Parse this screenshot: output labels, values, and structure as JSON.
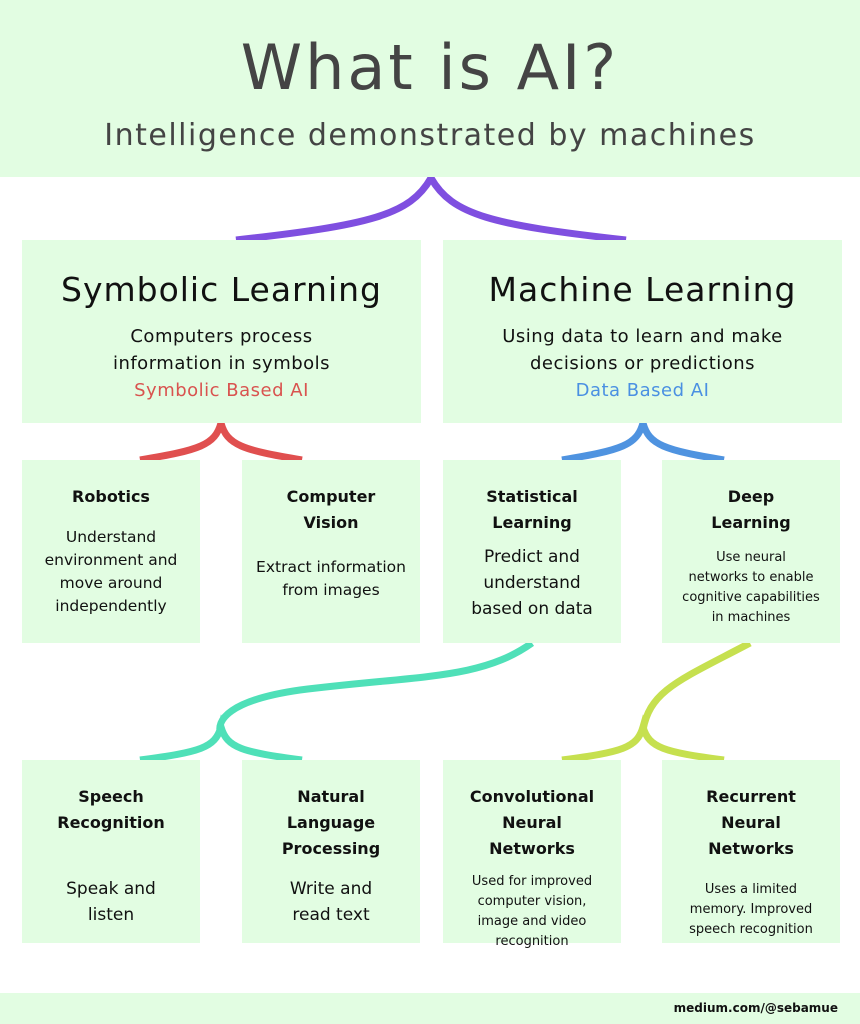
{
  "header": {
    "title": "What is AI?",
    "subtitle": "Intelligence demonstrated by machines"
  },
  "colors": {
    "bg": "#e2fde2",
    "purple": "#7f4fe0",
    "red": "#e04f4f",
    "blue": "#4f93e0",
    "teal": "#4fe0b8",
    "lime": "#c6e04f"
  },
  "symbolic": {
    "title": "Symbolic Learning",
    "desc": "Computers process\ninformation in symbols",
    "tag": "Symbolic Based AI"
  },
  "ml": {
    "title": "Machine Learning",
    "desc": "Using data to learn and make\ndecisions or predictions",
    "tag": "Data Based AI"
  },
  "level2": [
    {
      "title": "Robotics",
      "desc": "Understand\nenvironment and\nmove around\nindependently"
    },
    {
      "title": "Computer\nVision",
      "desc": "Extract information\nfrom images"
    },
    {
      "title": "Statistical\nLearning",
      "desc": "Predict and\nunderstand\nbased on data"
    },
    {
      "title": "Deep\nLearning",
      "desc": "Use neural\nnetworks to enable\ncognitive capabilities\nin machines"
    }
  ],
  "level3": [
    {
      "title": "Speech\nRecognition",
      "desc": "Speak and\nlisten"
    },
    {
      "title": "Natural\nLanguage\nProcessing",
      "desc": "Write and\nread text"
    },
    {
      "title": "Convolutional\nNeural\nNetworks",
      "desc": "Used for improved\ncomputer vision,\nimage and video\nrecognition"
    },
    {
      "title": "Recurrent\nNeural\nNetworks",
      "desc": "Uses a limited\nmemory. Improved\nspeech recognition"
    }
  ],
  "footer": {
    "credit": "medium.com/@sebamue"
  }
}
